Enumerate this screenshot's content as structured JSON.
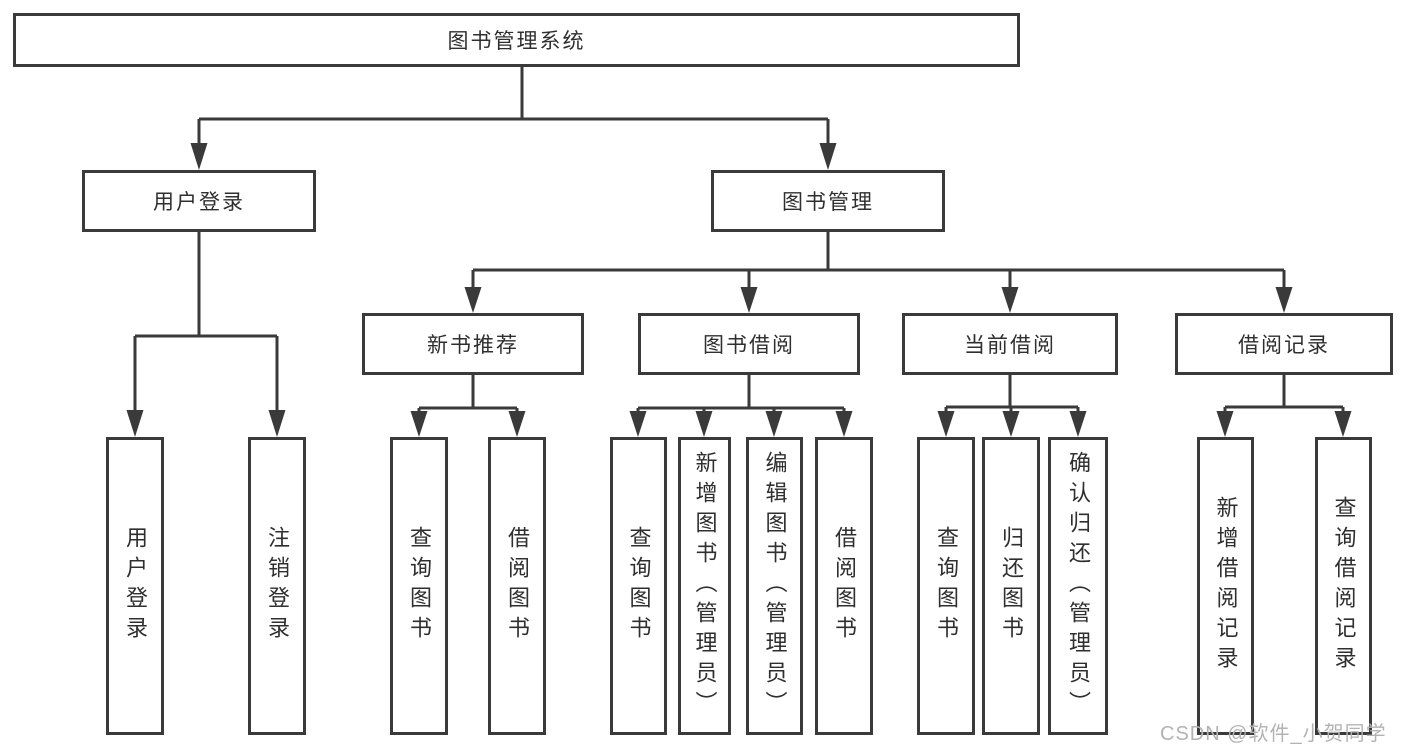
{
  "title": "图书管理系统",
  "tree": {
    "label": "图书管理系统",
    "children": [
      {
        "label": "用户登录",
        "children": [
          {
            "label": "用户登录"
          },
          {
            "label": "注销登录"
          }
        ]
      },
      {
        "label": "图书管理",
        "children": [
          {
            "label": "新书推荐",
            "children": [
              {
                "label": "查询图书"
              },
              {
                "label": "借阅图书"
              }
            ]
          },
          {
            "label": "图书借阅",
            "children": [
              {
                "label": "查询图书"
              },
              {
                "label": "新增图书（管理员）"
              },
              {
                "label": "编辑图书（管理员）"
              },
              {
                "label": "借阅图书"
              }
            ]
          },
          {
            "label": "当前借阅",
            "children": [
              {
                "label": "查询图书"
              },
              {
                "label": "归还图书"
              },
              {
                "label": "确认归还（管理员）"
              }
            ]
          },
          {
            "label": "借阅记录",
            "children": [
              {
                "label": "新增借阅记录"
              },
              {
                "label": "查询借阅记录"
              }
            ]
          }
        ]
      }
    ]
  },
  "watermark": "CSDN @软件_小贺同学",
  "colors": {
    "line": "#3a3a3a",
    "text": "#2f2f2f",
    "watermark": "#b3b3b3",
    "background": "#ffffff"
  }
}
